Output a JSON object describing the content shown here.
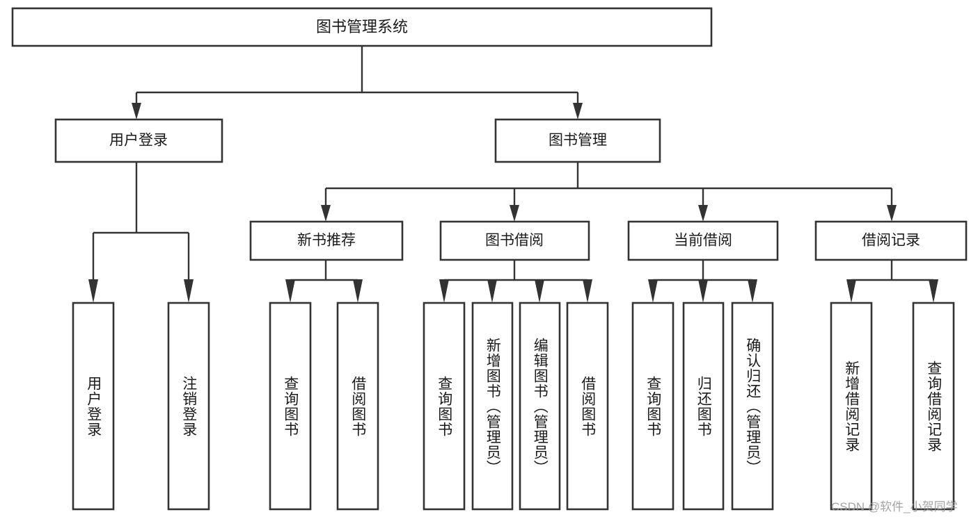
{
  "diagram": {
    "title": "图书管理系统",
    "type": "tree-hierarchy-diagram",
    "root": {
      "label": "图书管理系统"
    },
    "level1": [
      {
        "label": "用户登录"
      },
      {
        "label": "图书管理"
      }
    ],
    "level2": [
      {
        "label": "新书推荐",
        "parent": "图书管理"
      },
      {
        "label": "图书借阅",
        "parent": "图书管理"
      },
      {
        "label": "当前借阅",
        "parent": "图书管理"
      },
      {
        "label": "借阅记录",
        "parent": "图书管理"
      }
    ],
    "leaves": {
      "user_login": [
        {
          "label": "用户登录"
        },
        {
          "label": "注销登录"
        }
      ],
      "new_book_recommend": [
        {
          "label": "查询图书"
        },
        {
          "label": "借阅图书"
        }
      ],
      "book_borrow": [
        {
          "label": "查询图书"
        },
        {
          "label": "新增图书（管理员）"
        },
        {
          "label": "编辑图书（管理员）"
        },
        {
          "label": "借阅图书"
        }
      ],
      "current_borrow": [
        {
          "label": "查询图书"
        },
        {
          "label": "归还图书"
        },
        {
          "label": "确认归还（管理员）"
        }
      ],
      "borrow_records": [
        {
          "label": "新增借阅记录"
        },
        {
          "label": "查询借阅记录"
        }
      ]
    }
  },
  "watermark": {
    "text": "CSDN @软件_小贺同学"
  },
  "colors": {
    "box_stroke": "#333333",
    "box_fill": "#ffffff",
    "text": "#1a1a1a",
    "background": "#ffffff",
    "watermark": "#9a9a9a"
  }
}
